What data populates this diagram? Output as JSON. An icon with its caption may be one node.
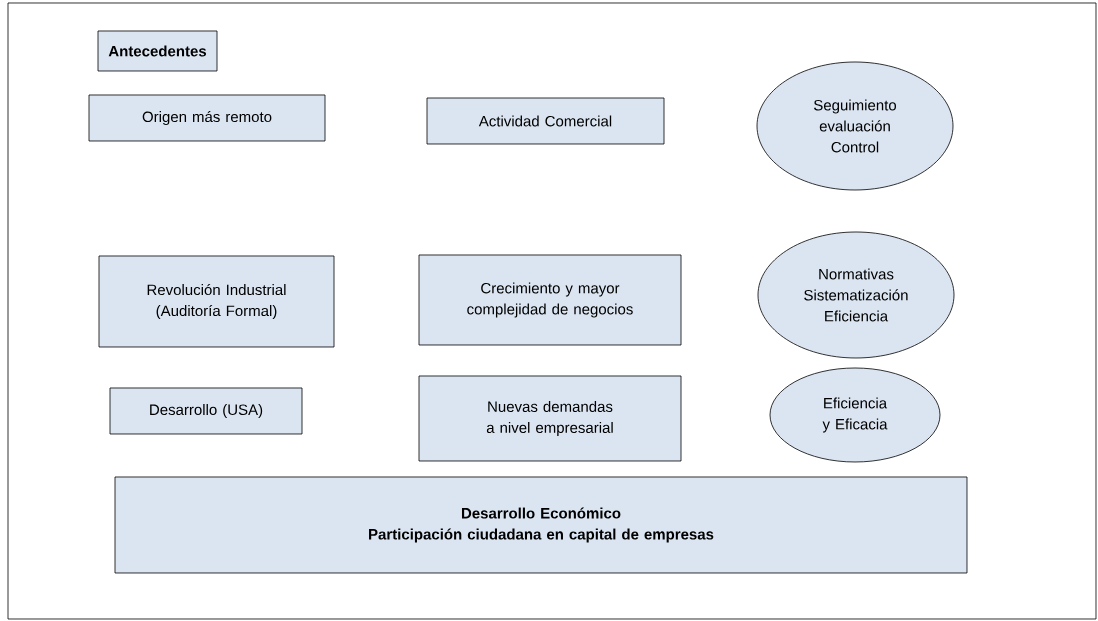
{
  "diagram": {
    "nodes": [
      {
        "text": [
          "Antecedentes"
        ]
      },
      {
        "text": [
          "Origen más remoto"
        ]
      },
      {
        "text": [
          "Actividad Comercial"
        ]
      },
      {
        "text": [
          "Seguimiento evaluación Control"
        ]
      },
      {
        "text": [
          "Revolución Industrial (Auditoría Formal)"
        ]
      },
      {
        "text": [
          "Crecimiento y mayor complejidad de negocios"
        ]
      },
      {
        "text": [
          "Normativas Sistematización Eficiencia"
        ]
      },
      {
        "text": [
          "Desarrollo (USA)"
        ]
      },
      {
        "text": [
          "Nuevas demandas a nivel empresarial"
        ]
      },
      {
        "text": [
          "Eficiencia y Eficacia"
        ]
      },
      {
        "text": [
          "Desarrollo Económico",
          "Participación ciudadana en capital de empresas"
        ]
      }
    ]
  }
}
